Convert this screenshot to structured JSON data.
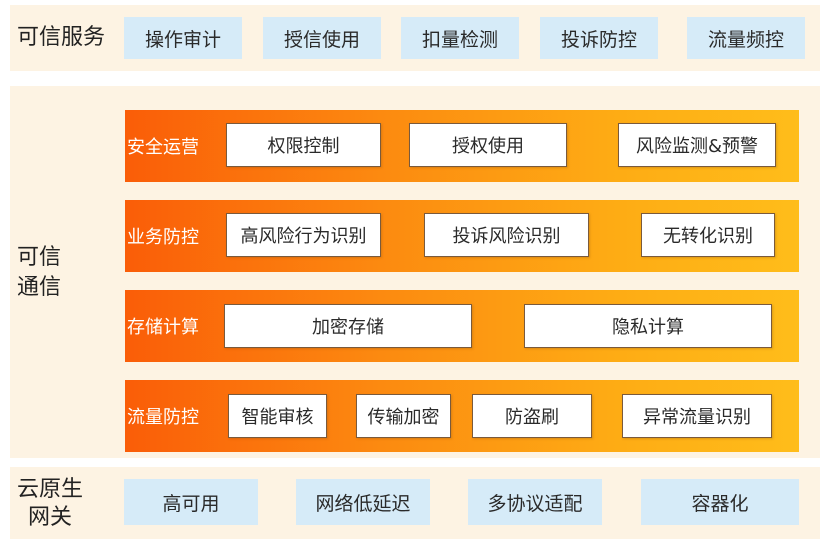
{
  "layers": {
    "trusted_service": {
      "label": "可信服务",
      "items": [
        "操作审计",
        "授信使用",
        "扣量检测",
        "投诉防控",
        "流量频控"
      ]
    },
    "trusted_comm": {
      "label_line1": "可信",
      "label_line2": "通信",
      "rows": [
        {
          "label": "安全运营",
          "items": [
            "权限控制",
            "授权使用",
            "风险监测&预警"
          ]
        },
        {
          "label": "业务防控",
          "items": [
            "高风险行为识别",
            "投诉风险识别",
            "无转化识别"
          ]
        },
        {
          "label": "存储计算",
          "items": [
            "加密存储",
            "隐私计算"
          ]
        },
        {
          "label": "流量防控",
          "items": [
            "智能审核",
            "传输加密",
            "防盗刷",
            "异常流量识别"
          ]
        }
      ]
    },
    "cloud_gateway": {
      "label_line1": "云原生",
      "label_line2": "网关",
      "items": [
        "高可用",
        "网络低延迟",
        "多协议适配",
        "容器化"
      ]
    }
  },
  "colors": {
    "band_bg": "#fdf3e3",
    "chip_bg": "#d6ebf8",
    "row_gradient_start": "#fa5d08",
    "row_gradient_end": "#ffbd1a"
  }
}
